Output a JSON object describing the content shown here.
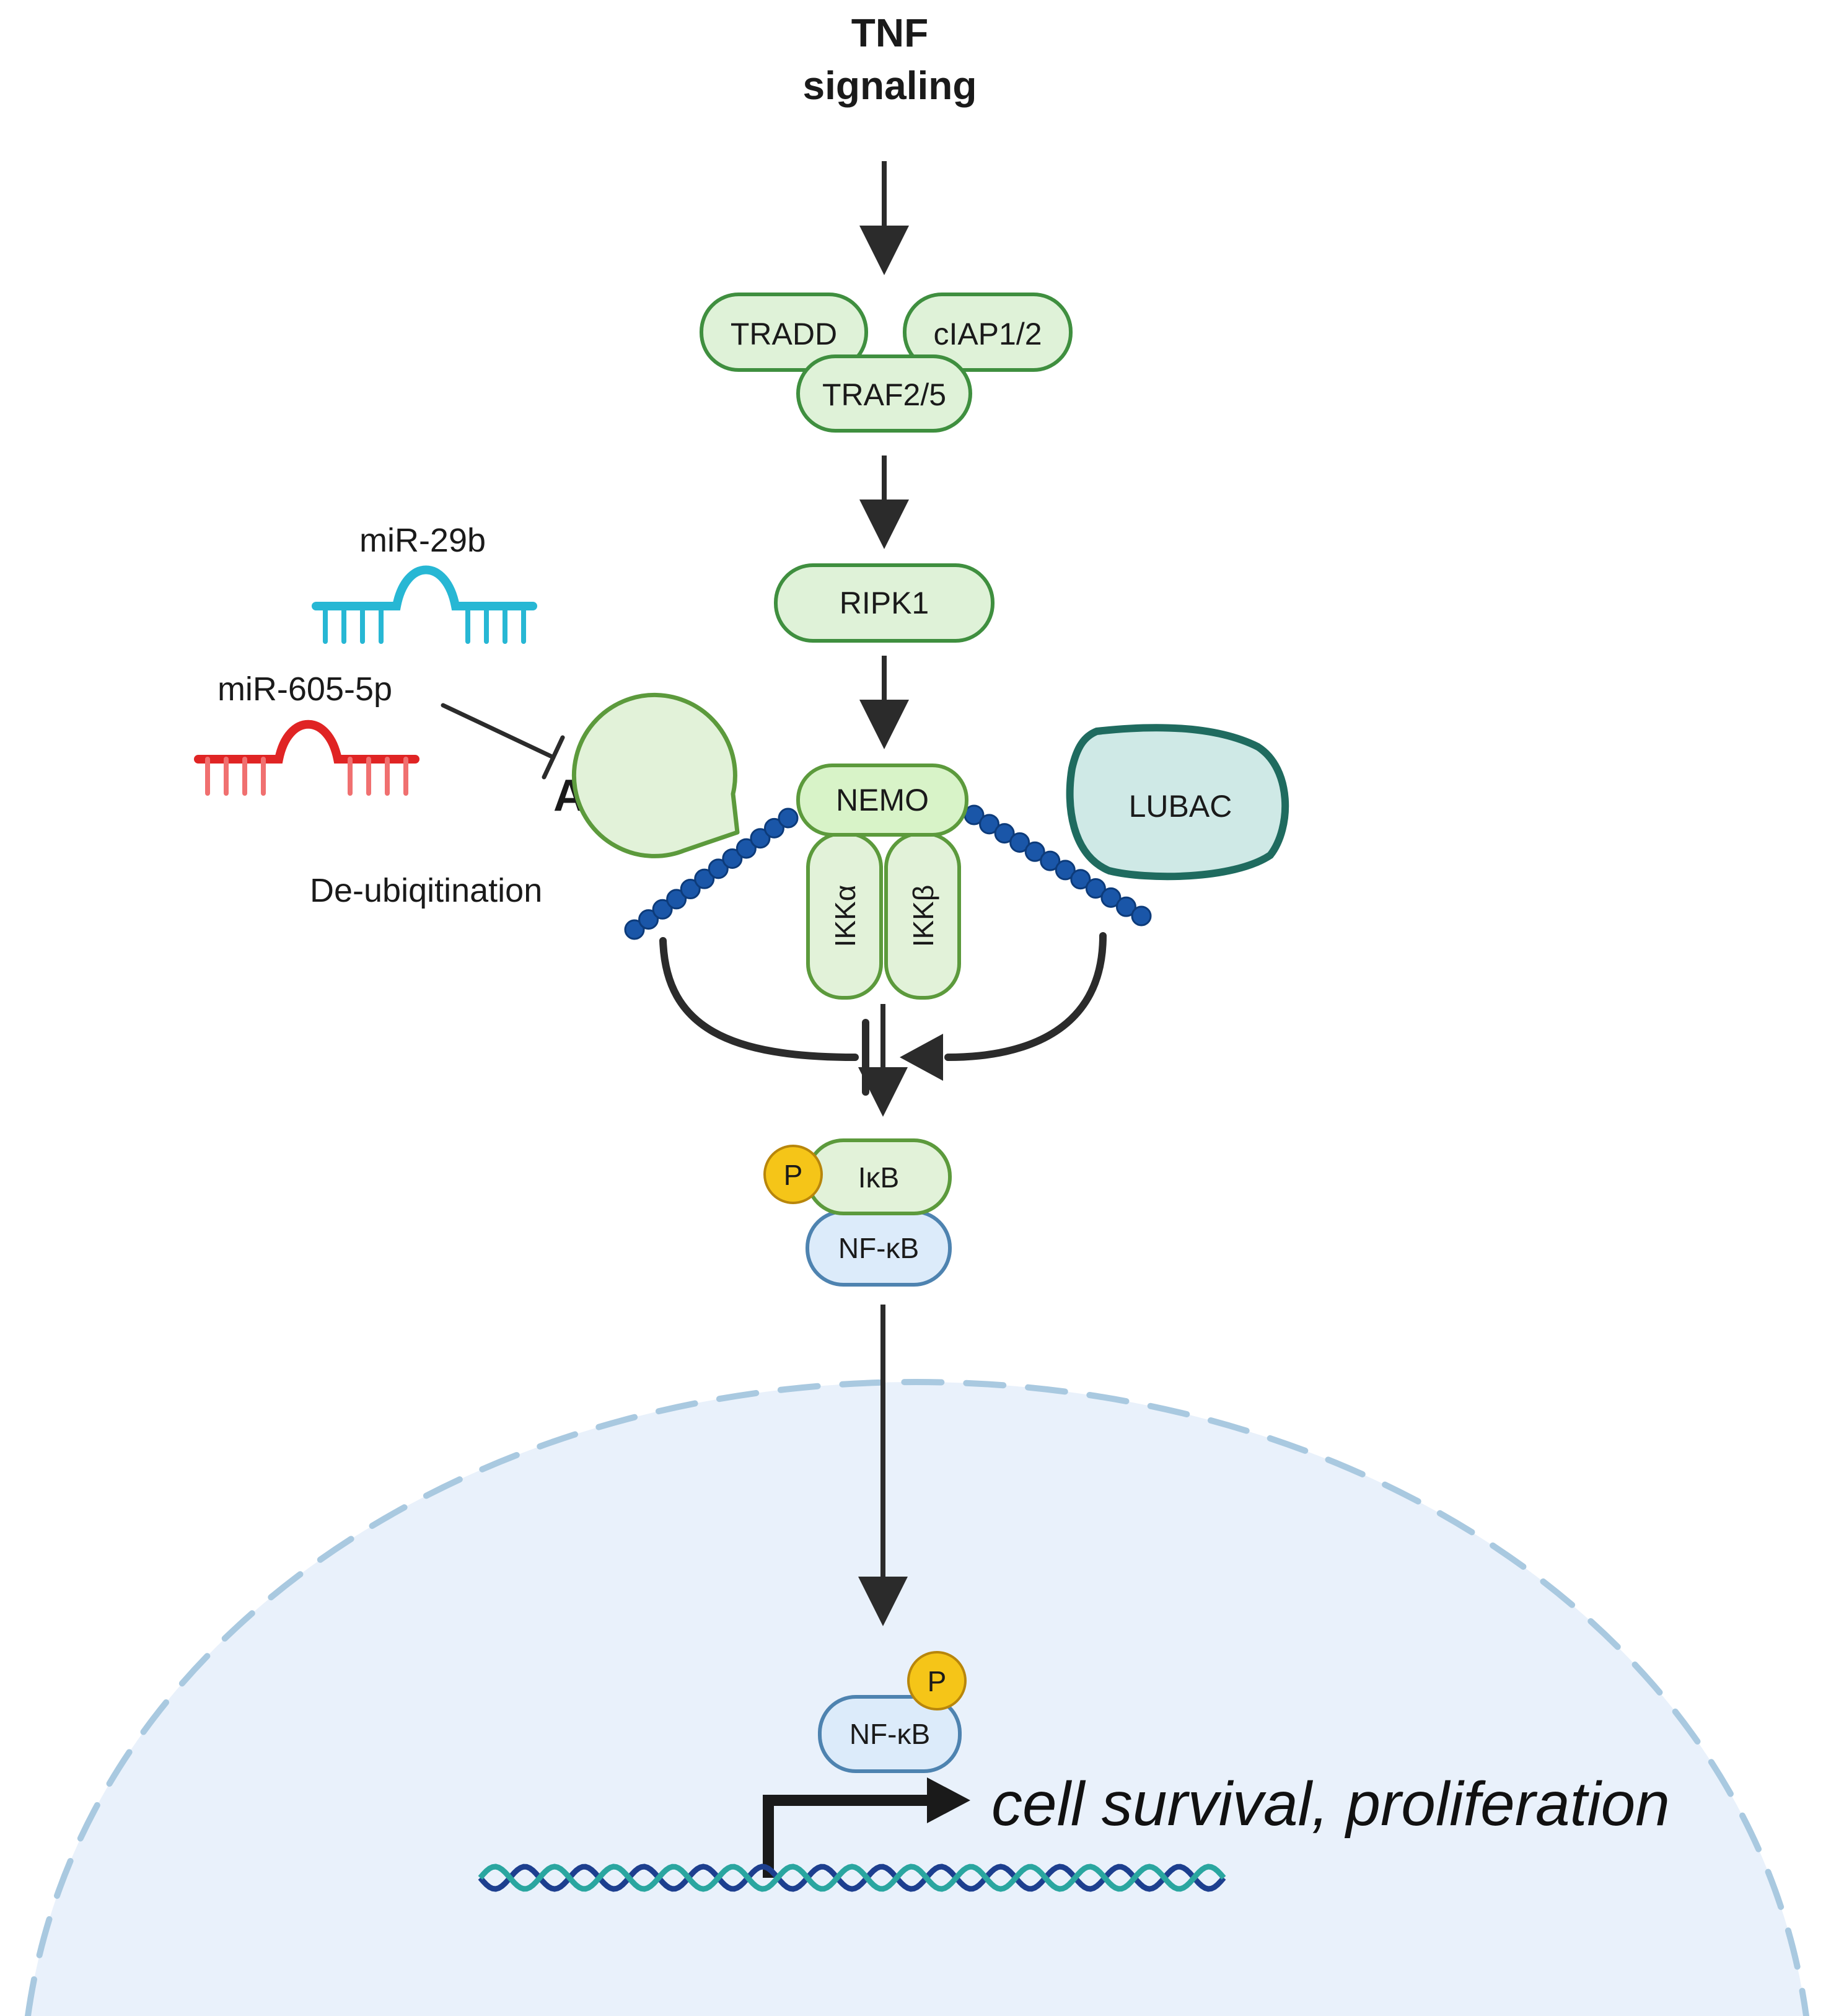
{
  "title": {
    "line1": "TNF",
    "line2": "signaling"
  },
  "complex": {
    "tradd": "TRADD",
    "ciap": "cIAP1/2",
    "traf": "TRAF2/5"
  },
  "ripk1": "RIPK1",
  "mirnas": {
    "mir29b": "miR-29b",
    "mir605": "miR-605-5p"
  },
  "a20": {
    "label": "A20",
    "function": "De-ubiqitination"
  },
  "ikk": {
    "nemo": "NEMO",
    "ikka": "IKKα",
    "ikkb": "IKKβ"
  },
  "lubac": "LUBAC",
  "cytoplasm": {
    "ikb": "IκB",
    "nfkb": "NF-κB",
    "phospho": "P"
  },
  "nucleus": {
    "nfkb": "NF-κB",
    "phospho": "P",
    "outcome": "cell survival, proliferation"
  },
  "colors": {
    "protein_fill": "#dff2d8",
    "protein_stroke": "#3f8f3f",
    "nfkb_fill": "#dcebfa",
    "nfkb_stroke": "#4e83b0",
    "lubac_fill": "#cfe9e6",
    "lubac_stroke": "#1f6b5f",
    "ubiquitin": "#1a56a8",
    "mir29b": "#27b7d4",
    "mir605": "#e02424",
    "phospho": "#f5c518",
    "nucleus_fill": "#e9f1fb",
    "nucleus_stroke": "#a9c9e0"
  }
}
